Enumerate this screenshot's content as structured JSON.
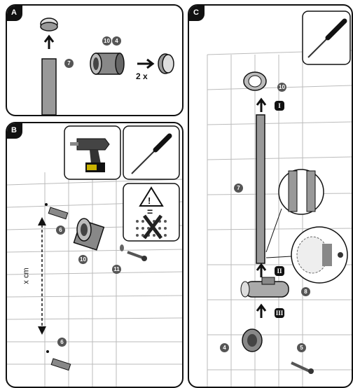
{
  "panels": {
    "a": {
      "letter": "A",
      "quantity": "2 x",
      "callouts": {
        "rail": "7",
        "pair_left": "10",
        "pair_right": "4"
      }
    },
    "b": {
      "letter": "B",
      "distance": "x cm",
      "callouts": {
        "anchor_top": "6",
        "holder": "10",
        "screw": "11",
        "anchor_bottom": "6"
      }
    },
    "c": {
      "letter": "C",
      "callouts": {
        "top_holder": "10",
        "rail": "7",
        "slider": "8",
        "bottom_holder": "4",
        "screw": "5"
      },
      "steps": [
        "I",
        "II",
        "III"
      ]
    }
  },
  "warning": {
    "exclamation": "!",
    "equals": "="
  },
  "icons": [
    "drill-icon",
    "screwdriver-icon",
    "warning-icon",
    "water-prohibited-icon"
  ]
}
